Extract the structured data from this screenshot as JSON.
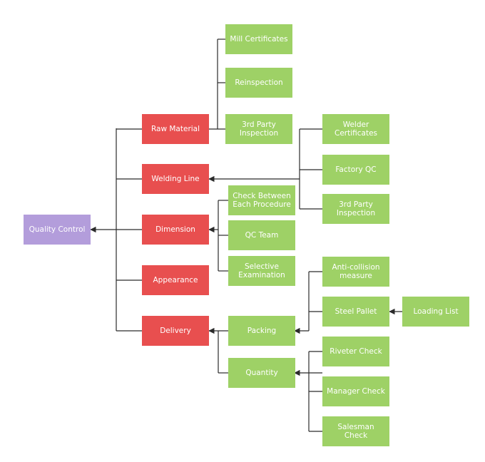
{
  "colors": {
    "root": "#b39ddb",
    "category": "#e84f4f",
    "item": "#9ed166",
    "connector": "#2b2b2b"
  },
  "root": {
    "label": "Quality Control"
  },
  "categories": {
    "raw_material": "Raw Material",
    "welding_line": "Welding Line",
    "dimension": "Dimension",
    "appearance": "Appearance",
    "delivery": "Delivery"
  },
  "items": {
    "mill_certificates": "Mill Certificates",
    "reinspection": "Reinspection",
    "third_party_raw": "3rd Party\nInspection",
    "welder_certificates": "Welder\nCertificates",
    "factory_qc": "Factory QC",
    "third_party_weld": "3rd Party\nInspection",
    "check_between": "Check Between\nEach Procedure",
    "qc_team": "QC Team",
    "selective_exam": "Selective\nExamination",
    "packing": "Packing",
    "quantity": "Quantity",
    "anti_collision": "Anti-collision\nmeasure",
    "steel_pallet": "Steel Pallet",
    "loading_list": "Loading List",
    "riveter_check": "Riveter Check",
    "manager_check": "Manager Check",
    "salesman_check": "Salesman Check"
  }
}
